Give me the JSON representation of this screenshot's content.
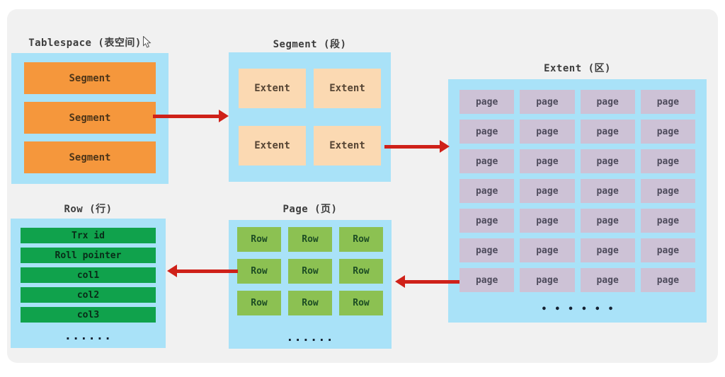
{
  "colors": {
    "panel_gray": "#f1f1f1",
    "container_blue": "#a9e2f8",
    "segment_orange": "#f5973c",
    "segment_text": "#4d3519",
    "extent_peach": "#fbd9b2",
    "extent_text": "#564534",
    "page_purple": "#cdc2d6",
    "page_text": "#4e4b5c",
    "row_green": "#8cc152",
    "row_text": "#1d4d24",
    "field_green": "#10a24c",
    "field_text": "#082c18",
    "arrow_red": "#cf2119",
    "title_text": "#3d3d3d",
    "dots_color": "#152232"
  },
  "sections": {
    "tablespace": {
      "title": "Tablespace (表空间)",
      "items": [
        "Segment",
        "Segment",
        "Segment"
      ]
    },
    "segment": {
      "title": "Segment (段)",
      "items": [
        "Extent",
        "Extent",
        "Extent",
        "Extent"
      ]
    },
    "extent": {
      "title": "Extent (区)",
      "cell_label": "page",
      "rows": 7,
      "cols": 4,
      "ellipsis": "••••••"
    },
    "page": {
      "title": "Page (页)",
      "cell_label": "Row",
      "rows": 3,
      "cols": 3,
      "ellipsis": "......"
    },
    "row": {
      "title": "Row (行)",
      "items": [
        "Trx id",
        "Roll pointer",
        "col1",
        "col2",
        "col3"
      ],
      "ellipsis": "......"
    }
  },
  "icons": {
    "cursor": "mouse-pointer-icon"
  }
}
